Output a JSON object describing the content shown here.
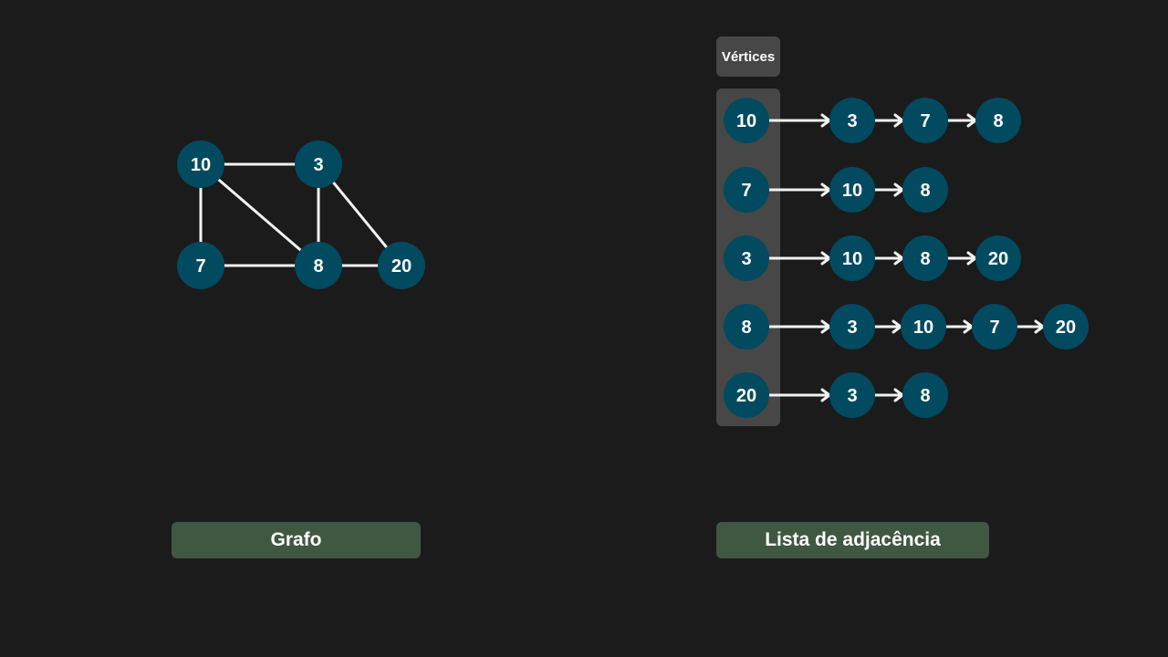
{
  "graph": {
    "caption": "Grafo",
    "nodes": [
      {
        "id": "n10",
        "label": "10"
      },
      {
        "id": "n3",
        "label": "3"
      },
      {
        "id": "n7",
        "label": "7"
      },
      {
        "id": "n8",
        "label": "8"
      },
      {
        "id": "n20",
        "label": "20"
      }
    ],
    "edges": [
      [
        "n10",
        "n3"
      ],
      [
        "n10",
        "n7"
      ],
      [
        "n10",
        "n8"
      ],
      [
        "n3",
        "n8"
      ],
      [
        "n3",
        "n20"
      ],
      [
        "n7",
        "n8"
      ],
      [
        "n8",
        "n20"
      ]
    ]
  },
  "adjacency_list": {
    "header": "Vértices",
    "caption": "Lista de adjacência",
    "rows": [
      {
        "vertex": "10",
        "neighbors": [
          "3",
          "7",
          "8"
        ]
      },
      {
        "vertex": "7",
        "neighbors": [
          "10",
          "8"
        ]
      },
      {
        "vertex": "3",
        "neighbors": [
          "10",
          "8",
          "20"
        ]
      },
      {
        "vertex": "8",
        "neighbors": [
          "3",
          "10",
          "7",
          "20"
        ]
      },
      {
        "vertex": "20",
        "neighbors": [
          "3",
          "8"
        ]
      }
    ]
  },
  "colors": {
    "background": "#1b1b1b",
    "node": "#024a60",
    "edge": "#f2f2f2",
    "panel": "#474747",
    "caption": "#405742"
  }
}
